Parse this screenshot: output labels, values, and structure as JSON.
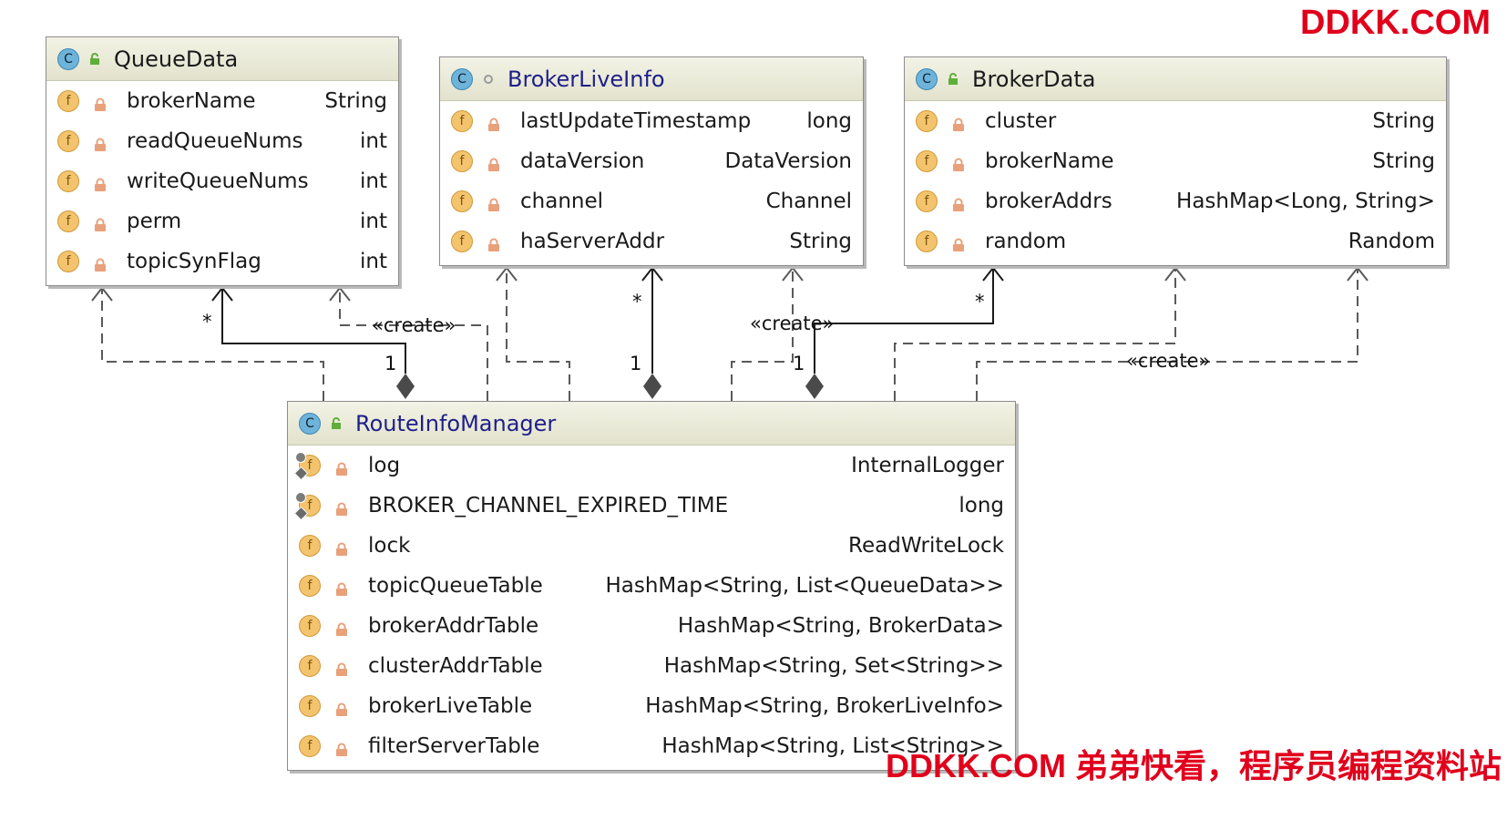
{
  "watermark": {
    "top": "DDKK.COM",
    "bottom": "DDKK.COM 弟弟快看，程序员编程资料站"
  },
  "colors": {
    "accent_red": "#e1001c",
    "header_fill": "#e2e2cd",
    "class_icon": "#6eb3d9",
    "field_icon": "#f4c36d",
    "lock_icon": "#e8a17b",
    "highlight_title": "#1f1f8a"
  },
  "classes": {
    "queue_data": {
      "icon": "C",
      "title": "QueueData",
      "fields": [
        {
          "name": "brokerName",
          "type": "String"
        },
        {
          "name": "readQueueNums",
          "type": "int"
        },
        {
          "name": "writeQueueNums",
          "type": "int"
        },
        {
          "name": "perm",
          "type": "int"
        },
        {
          "name": "topicSynFlag",
          "type": "int"
        }
      ]
    },
    "broker_live_info": {
      "icon": "C",
      "title": "BrokerLiveInfo",
      "fields": [
        {
          "name": "lastUpdateTimestamp",
          "type": "long"
        },
        {
          "name": "dataVersion",
          "type": "DataVersion"
        },
        {
          "name": "channel",
          "type": "Channel"
        },
        {
          "name": "haServerAddr",
          "type": "String"
        }
      ]
    },
    "broker_data": {
      "icon": "C",
      "title": "BrokerData",
      "fields": [
        {
          "name": "cluster",
          "type": "String"
        },
        {
          "name": "brokerName",
          "type": "String"
        },
        {
          "name": "brokerAddrs",
          "type": "HashMap<Long, String>"
        },
        {
          "name": "random",
          "type": "Random"
        }
      ]
    },
    "route_info_manager": {
      "icon": "C",
      "title": "RouteInfoManager",
      "fields": [
        {
          "name": "log",
          "type": "InternalLogger"
        },
        {
          "name": "BROKER_CHANNEL_EXPIRED_TIME",
          "type": "long"
        },
        {
          "name": "lock",
          "type": "ReadWriteLock"
        },
        {
          "name": "topicQueueTable",
          "type": "HashMap<String, List<QueueData>>"
        },
        {
          "name": "brokerAddrTable",
          "type": "HashMap<String, BrokerData>"
        },
        {
          "name": "clusterAddrTable",
          "type": "HashMap<String, Set<String>>"
        },
        {
          "name": "brokerLiveTable",
          "type": "HashMap<String, BrokerLiveInfo>"
        },
        {
          "name": "filterServerTable",
          "type": "HashMap<String, List<String>>"
        }
      ]
    }
  },
  "field_icon_letter": "f",
  "relations": {
    "create_label": "«create»",
    "many": "*",
    "one": "1"
  }
}
